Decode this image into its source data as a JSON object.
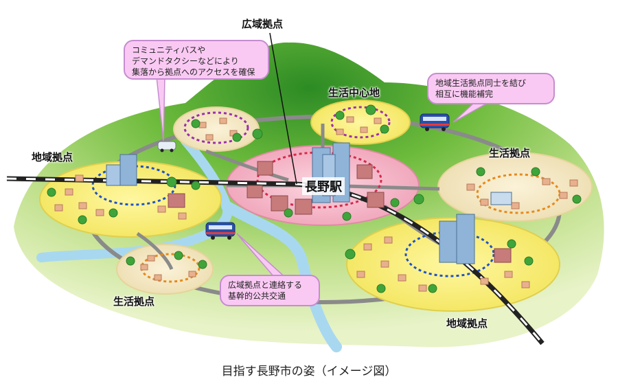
{
  "labels": {
    "wide_hub": "広域拠点",
    "life_center": "生活中心地",
    "regional_hub_left": "地域拠点",
    "life_hub_right": "生活拠点",
    "life_hub_left": "生活拠点",
    "regional_hub_bottom": "地域拠点",
    "station": "長野駅"
  },
  "callouts": {
    "community_bus": [
      "コミュニティバスや",
      "デマンドタクシーなどにより",
      "集落から拠点へのアクセスを確保"
    ],
    "regional_link": [
      "地域生活拠点同士を結び",
      "相互に機能補完"
    ],
    "trunk_transit": [
      "広域拠点と連絡する",
      "基幹的公共交通"
    ]
  },
  "caption": "目指す長野市の姿（イメージ図）",
  "colors": {
    "hill_dark": "#2f8f2a",
    "hill_light": "#cde87a",
    "river": "#a8d8f0",
    "hub_yellow": "#f7ef6e",
    "hub_pink": "#f4b8c8",
    "hub_beige": "#f3e6c0",
    "road": "#8a8a8a",
    "rail": "#222222",
    "callout_fill": "#f9c9f3",
    "callout_border": "#c58ccf",
    "bus_blue": "#2a4fa8"
  }
}
